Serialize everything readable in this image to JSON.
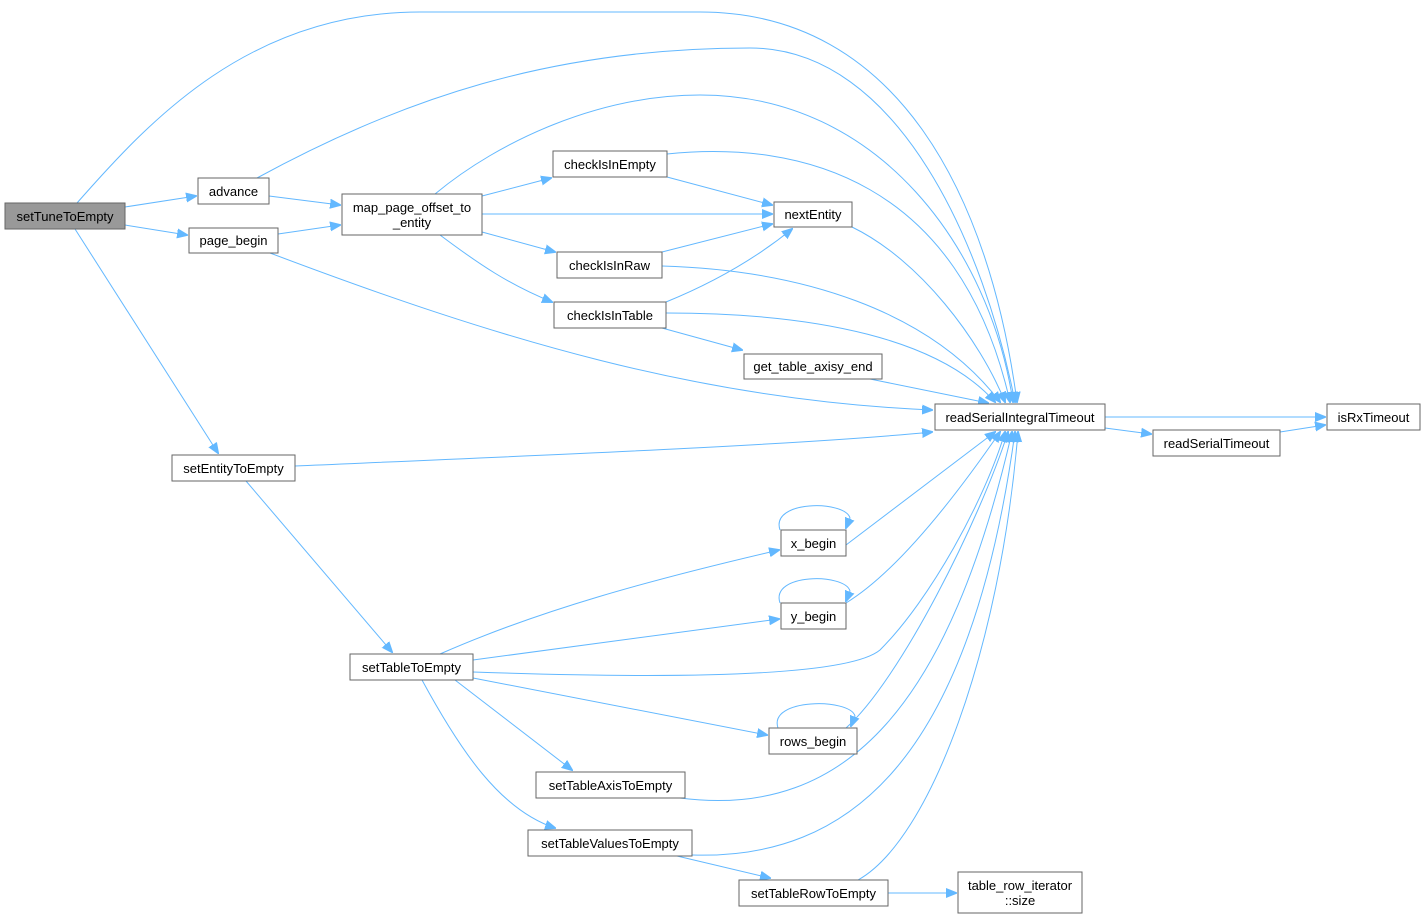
{
  "graph": {
    "edge_color": "#63b8ff",
    "root_fill": "#999999",
    "nodes": {
      "setTuneToEmpty": "setTuneToEmpty",
      "advance": "advance",
      "page_begin": "page_begin",
      "map_l1": "map_page_offset_to",
      "map_l2": "_entity",
      "checkIsInEmpty": "checkIsInEmpty",
      "nextEntity": "nextEntity",
      "checkIsInRaw": "checkIsInRaw",
      "checkIsInTable": "checkIsInTable",
      "get_table_axisy_end": "get_table_axisy_end",
      "readSerialIntegralTimeout": "readSerialIntegralTimeout",
      "isRxTimeout": "isRxTimeout",
      "readSerialTimeout": "readSerialTimeout",
      "setEntityToEmpty": "setEntityToEmpty",
      "x_begin": "x_begin",
      "y_begin": "y_begin",
      "setTableToEmpty": "setTableToEmpty",
      "rows_begin": "rows_begin",
      "setTableAxisToEmpty": "setTableAxisToEmpty",
      "setTableValuesToEmpty": "setTableValuesToEmpty",
      "setTableRowToEmpty": "setTableRowToEmpty",
      "size_l1": "table_row_iterator",
      "size_l2": "::size"
    }
  }
}
